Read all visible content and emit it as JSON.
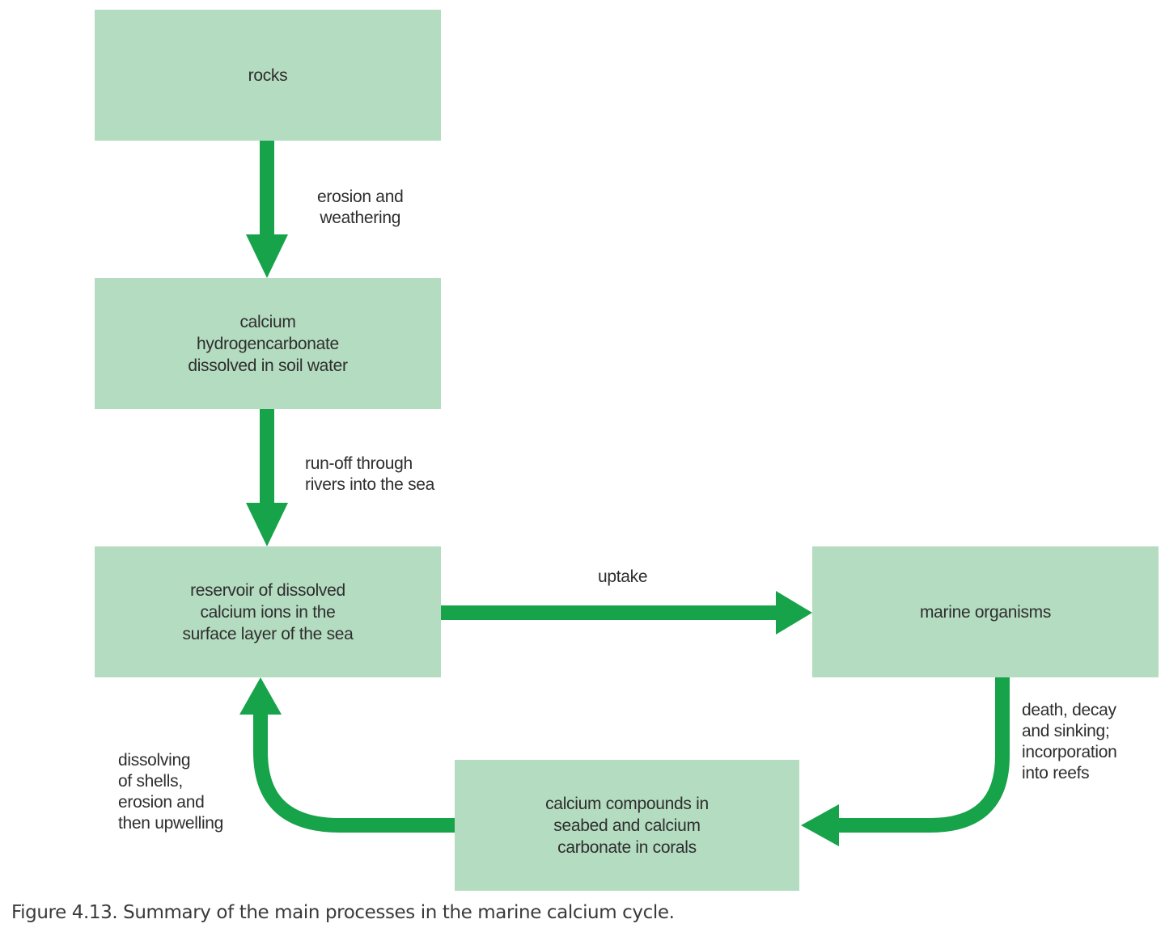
{
  "nodes": {
    "rocks": "rocks",
    "soil_water": "calcium\nhydrogencarbonate\ndissolved in soil water",
    "reservoir": "reservoir of dissolved\ncalcium ions in the\nsurface layer of the sea",
    "marine_organisms": "marine organisms",
    "seabed": "calcium compounds in\nseabed and calcium\ncarbonate in corals"
  },
  "edges": {
    "erosion": "erosion and\nweathering",
    "runoff": "run-off through\nrivers into the sea",
    "uptake": "uptake",
    "death": "death, decay\nand sinking;\nincorporation\ninto reefs",
    "dissolving": "dissolving\nof shells,\nerosion and\nthen upwelling"
  },
  "caption": "Figure 4.13. Summary of the main processes in the marine calcium cycle.",
  "colors": {
    "box_fill": "#b4dcc0",
    "arrow": "#17a34a"
  }
}
